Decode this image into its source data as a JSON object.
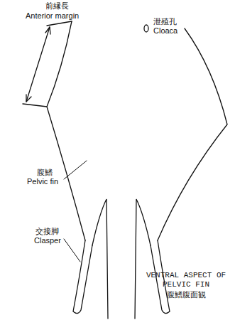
{
  "diagram": {
    "caption": "VENTRAL ASPECT OF PELVIC FIN",
    "labels": [
      "前縁長",
      "Anterior margin",
      "泄殖孔",
      "Cloaca",
      "腹鰭",
      "Pelvic fin",
      "交接脚",
      "Clasper",
      "腹鰭腹面観"
    ]
  }
}
